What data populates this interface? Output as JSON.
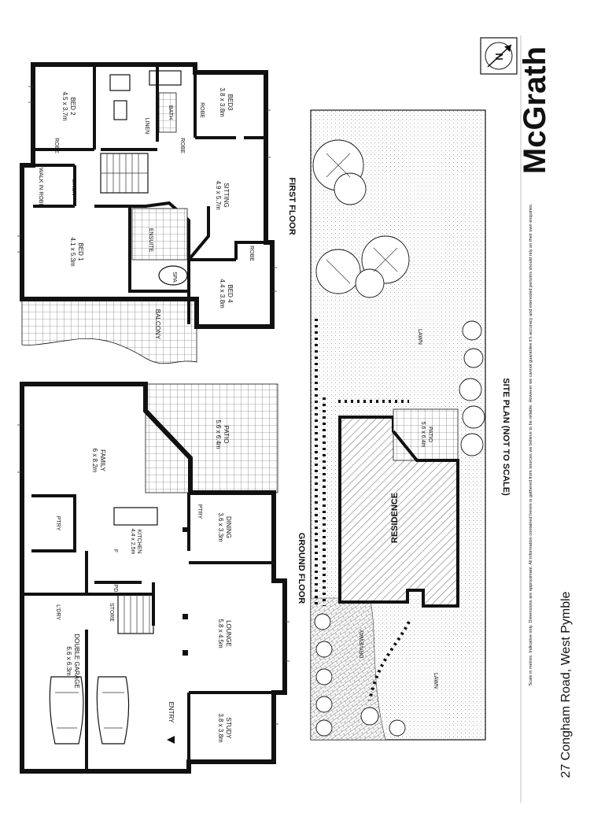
{
  "brand": "McGrath",
  "address": "27 Congham Road, West Pymble",
  "disclaimer": "Scale in metres. Indicative only. Dimensions are approximate. All information contained herein is gathered from sources we believe to be reliable. However we cannot guarantee it's accuracy and interested persons should rely on their own enquiries.",
  "compass_label": "N",
  "floors": {
    "first_floor": "FIRST FLOOR",
    "ground_floor": "GROUND FLOOR",
    "site_plan": "SITE PLAN (NOT TO SCALE)"
  },
  "first_floor_rooms": {
    "bed2": {
      "name": "BED 2",
      "size": "4.5 x 3.7m"
    },
    "bed3": {
      "name": "BED3",
      "size": "3.8 x 3.8m"
    },
    "bed1": {
      "name": "BED 1",
      "size": "4.1 x 5.3m"
    },
    "bed4": {
      "name": "BED 4",
      "size": "4.4 x 3.8m"
    },
    "sitting": {
      "name": "SITTING",
      "size": "4.9 x 5.7m"
    },
    "ensuite": "ENSUITE",
    "spa": "SPA",
    "bath": "BATH",
    "linen1": "LINEN",
    "linen2": "LINEN",
    "walk_in_robe": "WALK IN ROBE",
    "robe1": "ROBE",
    "robe2": "ROBE",
    "robe3": "ROBE",
    "robe4": "ROBE",
    "balcony": "BALCONY"
  },
  "ground_floor_rooms": {
    "family": {
      "name": "FAMILY",
      "size": "6 x 8.2m"
    },
    "patio": {
      "name": "PATIO",
      "size": "5.6 x 6.4m"
    },
    "kitchen": {
      "name": "KITCHEN",
      "size": "4.4 x 2.5m"
    },
    "dining": {
      "name": "DINING",
      "size": "3.6 x 3.3m"
    },
    "lounge": {
      "name": "LOUNGE",
      "size": "5.8 x 4.5m"
    },
    "study": {
      "name": "STUDY",
      "size": "3.8 x 3.8m"
    },
    "garage": {
      "name": "DOUBLE GARAGE",
      "size": "6.6 x 6.3m"
    },
    "ptry1": "PTRY",
    "ptry2": "PTRY",
    "ldry": "L'DRY",
    "store": "STORE",
    "entry": "ENTRY",
    "f": "F",
    "cpd": "CPD"
  },
  "site_plan": {
    "residence": "RESIDENCE",
    "patio": {
      "name": "PATIO",
      "size": "5.6 x 6.4m"
    },
    "lawn_top": "LAWN",
    "lawn_bottom": "LAWN",
    "driveway": "DRIVEWAY"
  }
}
